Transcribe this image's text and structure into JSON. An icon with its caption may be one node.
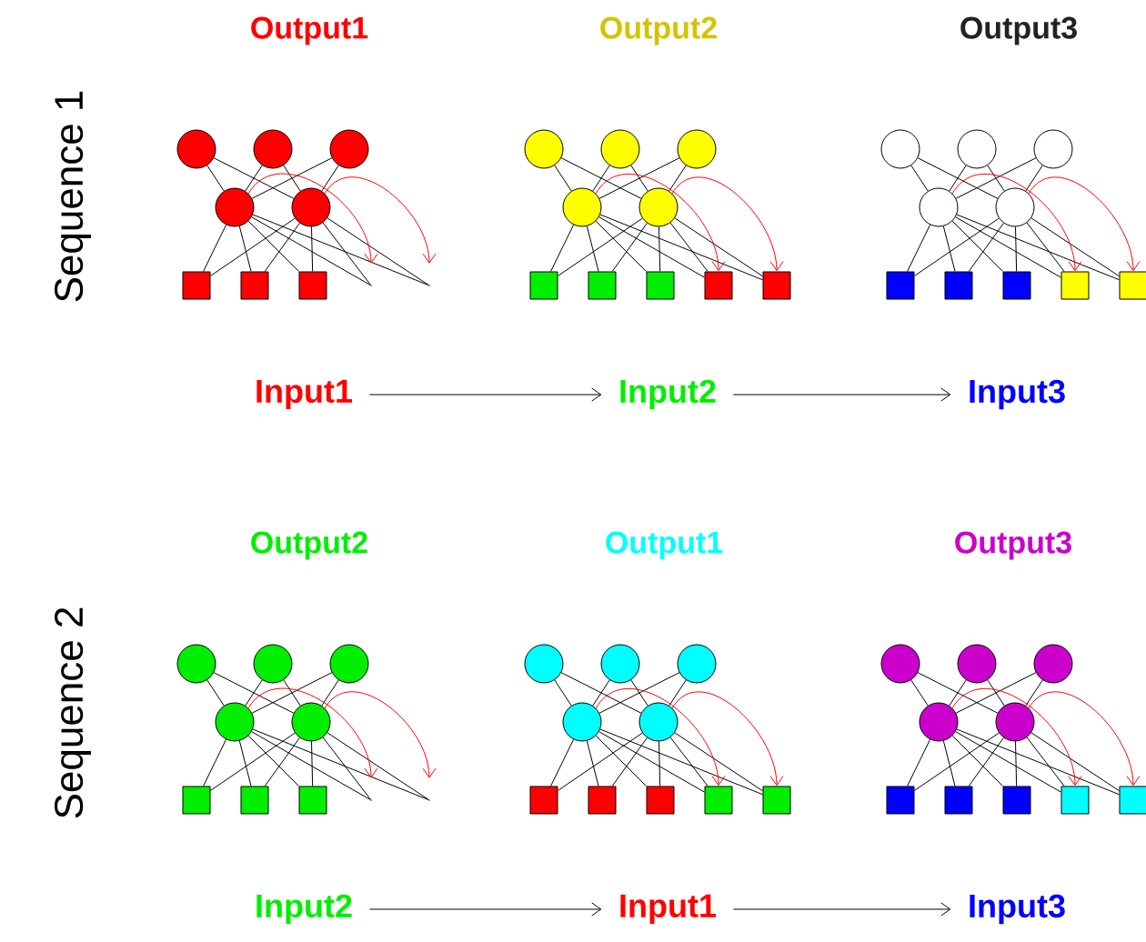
{
  "diagram": {
    "nodes": [
      {
        "text": [],
        "shape": "circle"
      },
      {
        "text": [],
        "shape": "circle"
      },
      {
        "text": [],
        "shape": "circle"
      },
      {
        "text": [],
        "shape": "circle"
      },
      {
        "text": [],
        "shape": "circle"
      },
      {
        "text": [],
        "shape": "box"
      },
      {
        "text": [],
        "shape": "box"
      },
      {
        "text": [],
        "shape": "box"
      },
      {
        "text": [],
        "shape": "point"
      },
      {
        "text": [],
        "shape": "point"
      },
      {
        "text": [],
        "shape": "circle"
      },
      {
        "text": [],
        "shape": "circle"
      },
      {
        "text": [],
        "shape": "circle"
      },
      {
        "text": [],
        "shape": "circle"
      },
      {
        "text": [],
        "shape": "circle"
      },
      {
        "text": [],
        "shape": "box"
      },
      {
        "text": [],
        "shape": "box"
      },
      {
        "text": [],
        "shape": "box"
      },
      {
        "text": [],
        "shape": "box"
      },
      {
        "text": [],
        "shape": "box"
      },
      {
        "text": [],
        "shape": "circle"
      },
      {
        "text": [],
        "shape": "circle"
      },
      {
        "text": [],
        "shape": "circle"
      },
      {
        "text": [],
        "shape": "circle"
      },
      {
        "text": [],
        "shape": "circle"
      },
      {
        "text": [],
        "shape": "box"
      },
      {
        "text": [],
        "shape": "box"
      },
      {
        "text": [],
        "shape": "box"
      },
      {
        "text": [],
        "shape": "box"
      },
      {
        "text": [],
        "shape": "box"
      },
      {
        "text": [
          "Input1"
        ]
      },
      {
        "text": [
          "Input2"
        ]
      },
      {
        "text": [
          "Input3"
        ]
      },
      {
        "text": [],
        "shape": "circle"
      },
      {
        "text": [],
        "shape": "circle"
      },
      {
        "text": [],
        "shape": "circle"
      },
      {
        "text": [],
        "shape": "circle"
      },
      {
        "text": [],
        "shape": "circle"
      },
      {
        "text": [],
        "shape": "box"
      },
      {
        "text": [],
        "shape": "box"
      },
      {
        "text": [],
        "shape": "box"
      },
      {
        "text": [],
        "shape": "point"
      },
      {
        "text": [],
        "shape": "point"
      },
      {
        "text": [],
        "shape": "circle"
      },
      {
        "text": [],
        "shape": "circle"
      },
      {
        "text": [],
        "shape": "circle"
      },
      {
        "text": [],
        "shape": "circle"
      },
      {
        "text": [],
        "shape": "circle"
      },
      {
        "text": [],
        "shape": "box"
      },
      {
        "text": [],
        "shape": "box"
      },
      {
        "text": [],
        "shape": "box"
      },
      {
        "text": [],
        "shape": "box"
      },
      {
        "text": [],
        "shape": "box"
      },
      {
        "text": [],
        "shape": "circle"
      },
      {
        "text": [],
        "shape": "circle"
      },
      {
        "text": [],
        "shape": "circle"
      },
      {
        "text": [],
        "shape": "circle"
      },
      {
        "text": [],
        "shape": "circle"
      },
      {
        "text": [],
        "shape": "box"
      },
      {
        "text": [],
        "shape": "box"
      },
      {
        "text": [],
        "shape": "box"
      },
      {
        "text": [],
        "shape": "box"
      },
      {
        "text": [],
        "shape": "box"
      },
      {
        "text": [
          "Input2"
        ]
      },
      {
        "text": [
          "Input1"
        ]
      },
      {
        "text": [
          "Input3"
        ]
      }
    ],
    "edges": [
      {
        "from": 0,
        "to": 3,
        "arrow": "none"
      },
      {
        "from": 0,
        "to": 4,
        "arrow": "none"
      },
      {
        "from": 1,
        "to": 3,
        "arrow": "none"
      },
      {
        "from": 1,
        "to": 4,
        "arrow": "none"
      },
      {
        "from": 2,
        "to": 3,
        "arrow": "none"
      },
      {
        "from": 2,
        "to": 4,
        "arrow": "none"
      },
      {
        "from": 3,
        "to": 5,
        "arrow": "none"
      },
      {
        "from": 3,
        "to": 6,
        "arrow": "none"
      },
      {
        "from": 3,
        "to": 7,
        "arrow": "none"
      },
      {
        "from": 3,
        "to": 8,
        "arrow": "none"
      },
      {
        "from": 3,
        "to": 9,
        "arrow": "none"
      },
      {
        "from": 4,
        "to": 5,
        "arrow": "none"
      },
      {
        "from": 4,
        "to": 6,
        "arrow": "none"
      },
      {
        "from": 4,
        "to": 7,
        "arrow": "none"
      },
      {
        "from": 4,
        "to": 8,
        "arrow": "none"
      },
      {
        "from": 4,
        "to": 9,
        "arrow": "none"
      },
      {
        "from": 3,
        "to": 8,
        "arrow": "to",
        "color": "#ff0000"
      },
      {
        "from": 4,
        "to": 9,
        "arrow": "to",
        "color": "#ff0000"
      },
      {
        "from": 10,
        "to": 13,
        "arrow": "none"
      },
      {
        "from": 10,
        "to": 14,
        "arrow": "none"
      },
      {
        "from": 11,
        "to": 13,
        "arrow": "none"
      },
      {
        "from": 11,
        "to": 14,
        "arrow": "none"
      },
      {
        "from": 12,
        "to": 13,
        "arrow": "none"
      },
      {
        "from": 12,
        "to": 14,
        "arrow": "none"
      },
      {
        "from": 13,
        "to": 15,
        "arrow": "none"
      },
      {
        "from": 13,
        "to": 16,
        "arrow": "none"
      },
      {
        "from": 13,
        "to": 17,
        "arrow": "none"
      },
      {
        "from": 13,
        "to": 18,
        "arrow": "none"
      },
      {
        "from": 13,
        "to": 19,
        "arrow": "none"
      },
      {
        "from": 14,
        "to": 15,
        "arrow": "none"
      },
      {
        "from": 14,
        "to": 16,
        "arrow": "none"
      },
      {
        "from": 14,
        "to": 17,
        "arrow": "none"
      },
      {
        "from": 14,
        "to": 18,
        "arrow": "none"
      },
      {
        "from": 14,
        "to": 19,
        "arrow": "none"
      },
      {
        "from": 13,
        "to": 18,
        "arrow": "to",
        "color": "#ff0000"
      },
      {
        "from": 14,
        "to": 19,
        "arrow": "to",
        "color": "#ff0000"
      },
      {
        "from": 20,
        "to": 23,
        "arrow": "none"
      },
      {
        "from": 20,
        "to": 24,
        "arrow": "none"
      },
      {
        "from": 21,
        "to": 23,
        "arrow": "none"
      },
      {
        "from": 21,
        "to": 24,
        "arrow": "none"
      },
      {
        "from": 22,
        "to": 23,
        "arrow": "none"
      },
      {
        "from": 22,
        "to": 24,
        "arrow": "none"
      },
      {
        "from": 23,
        "to": 25,
        "arrow": "none"
      },
      {
        "from": 23,
        "to": 26,
        "arrow": "none"
      },
      {
        "from": 23,
        "to": 27,
        "arrow": "none"
      },
      {
        "from": 23,
        "to": 28,
        "arrow": "none"
      },
      {
        "from": 23,
        "to": 29,
        "arrow": "none"
      },
      {
        "from": 24,
        "to": 25,
        "arrow": "none"
      },
      {
        "from": 24,
        "to": 26,
        "arrow": "none"
      },
      {
        "from": 24,
        "to": 27,
        "arrow": "none"
      },
      {
        "from": 24,
        "to": 28,
        "arrow": "none"
      },
      {
        "from": 24,
        "to": 29,
        "arrow": "none"
      },
      {
        "from": 23,
        "to": 28,
        "arrow": "to",
        "color": "#ff0000"
      },
      {
        "from": 24,
        "to": 29,
        "arrow": "to",
        "color": "#ff0000"
      },
      {
        "from": 30,
        "to": 31,
        "arrow": "to"
      },
      {
        "from": 31,
        "to": 32,
        "arrow": "to"
      },
      {
        "from": 33,
        "to": 36,
        "arrow": "none"
      },
      {
        "from": 33,
        "to": 37,
        "arrow": "none"
      },
      {
        "from": 34,
        "to": 36,
        "arrow": "none"
      },
      {
        "from": 34,
        "to": 37,
        "arrow": "none"
      },
      {
        "from": 35,
        "to": 36,
        "arrow": "none"
      },
      {
        "from": 35,
        "to": 37,
        "arrow": "none"
      },
      {
        "from": 36,
        "to": 38,
        "arrow": "none"
      },
      {
        "from": 36,
        "to": 39,
        "arrow": "none"
      },
      {
        "from": 36,
        "to": 40,
        "arrow": "none"
      },
      {
        "from": 36,
        "to": 41,
        "arrow": "none"
      },
      {
        "from": 36,
        "to": 42,
        "arrow": "none"
      },
      {
        "from": 37,
        "to": 38,
        "arrow": "none"
      },
      {
        "from": 37,
        "to": 39,
        "arrow": "none"
      },
      {
        "from": 37,
        "to": 40,
        "arrow": "none"
      },
      {
        "from": 37,
        "to": 41,
        "arrow": "none"
      },
      {
        "from": 37,
        "to": 42,
        "arrow": "none"
      },
      {
        "from": 36,
        "to": 41,
        "arrow": "to",
        "color": "#ff0000"
      },
      {
        "from": 37,
        "to": 42,
        "arrow": "to",
        "color": "#ff0000"
      },
      {
        "from": 43,
        "to": 46,
        "arrow": "none"
      },
      {
        "from": 43,
        "to": 47,
        "arrow": "none"
      },
      {
        "from": 44,
        "to": 46,
        "arrow": "none"
      },
      {
        "from": 44,
        "to": 47,
        "arrow": "none"
      },
      {
        "from": 45,
        "to": 46,
        "arrow": "none"
      },
      {
        "from": 45,
        "to": 47,
        "arrow": "none"
      },
      {
        "from": 46,
        "to": 48,
        "arrow": "none"
      },
      {
        "from": 46,
        "to": 49,
        "arrow": "none"
      },
      {
        "from": 46,
        "to": 50,
        "arrow": "none"
      },
      {
        "from": 46,
        "to": 51,
        "arrow": "none"
      },
      {
        "from": 46,
        "to": 52,
        "arrow": "none"
      },
      {
        "from": 47,
        "to": 48,
        "arrow": "none"
      },
      {
        "from": 47,
        "to": 49,
        "arrow": "none"
      },
      {
        "from": 47,
        "to": 50,
        "arrow": "none"
      },
      {
        "from": 47,
        "to": 51,
        "arrow": "none"
      },
      {
        "from": 47,
        "to": 52,
        "arrow": "none"
      },
      {
        "from": 46,
        "to": 51,
        "arrow": "to",
        "color": "#ff0000"
      },
      {
        "from": 47,
        "to": 52,
        "arrow": "to",
        "color": "#ff0000"
      },
      {
        "from": 53,
        "to": 56,
        "arrow": "none"
      },
      {
        "from": 53,
        "to": 57,
        "arrow": "none"
      },
      {
        "from": 54,
        "to": 56,
        "arrow": "none"
      },
      {
        "from": 54,
        "to": 57,
        "arrow": "none"
      },
      {
        "from": 55,
        "to": 56,
        "arrow": "none"
      },
      {
        "from": 55,
        "to": 57,
        "arrow": "none"
      },
      {
        "from": 56,
        "to": 58,
        "arrow": "none"
      },
      {
        "from": 56,
        "to": 59,
        "arrow": "none"
      },
      {
        "from": 56,
        "to": 60,
        "arrow": "none"
      },
      {
        "from": 56,
        "to": 61,
        "arrow": "none"
      },
      {
        "from": 56,
        "to": 62,
        "arrow": "none"
      },
      {
        "from": 57,
        "to": 58,
        "arrow": "none"
      },
      {
        "from": 57,
        "to": 59,
        "arrow": "none"
      },
      {
        "from": 57,
        "to": 60,
        "arrow": "none"
      },
      {
        "from": 57,
        "to": 61,
        "arrow": "none"
      },
      {
        "from": 57,
        "to": 62,
        "arrow": "none"
      },
      {
        "from": 56,
        "to": 61,
        "arrow": "to",
        "color": "#ff0000"
      },
      {
        "from": 57,
        "to": 62,
        "arrow": "to",
        "color": "#ff0000"
      },
      {
        "from": 63,
        "to": 64,
        "arrow": "to"
      },
      {
        "from": 64,
        "to": 65,
        "arrow": "to"
      }
    ],
    "labels": [
      "Sequence 1",
      "Output1",
      "Output2",
      "Output3",
      "Sequence 2",
      "Output2",
      "Output1",
      "Output3"
    ]
  }
}
